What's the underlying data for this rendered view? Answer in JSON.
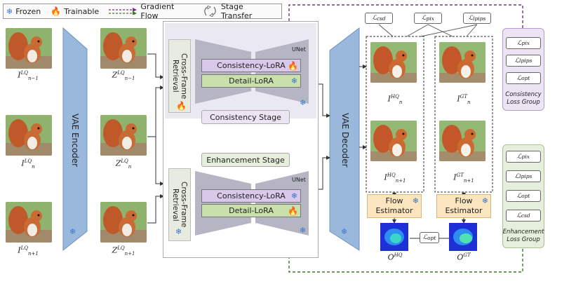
{
  "legend": {
    "frozen": "Frozen",
    "trainable": "Trainable",
    "gradient_flow": "Gradient Flow",
    "stage_transfer": "Stage Transfer"
  },
  "inputs": {
    "lq_prev": {
      "base": "I",
      "sub": "n−1",
      "sup": "LQ"
    },
    "lq_cur": {
      "base": "I",
      "sub": "n",
      "sup": "LQ"
    },
    "lq_next": {
      "base": "I",
      "sub": "n+1",
      "sup": "LQ"
    }
  },
  "latents": {
    "z_prev": {
      "base": "Z",
      "sub": "n−1",
      "sup": "LQ"
    },
    "z_cur": {
      "base": "Z",
      "sub": "n",
      "sup": "LQ"
    },
    "z_next": {
      "base": "Z",
      "sub": "n+1",
      "sup": "LQ"
    }
  },
  "encoder_label": "VAE Encoder",
  "decoder_label": "VAE Decoder",
  "top_panel": {
    "retrieval": "Cross-Frame Retrieval",
    "unet": "UNet",
    "consistency_lora": "Consistency-LoRA",
    "detail_lora": "Detail-LoRA",
    "stage": "Consistency Stage"
  },
  "bottom_panel": {
    "retrieval": "Cross-Frame Retrieval",
    "unet": "UNet",
    "consistency_lora": "Consistency-LoRA",
    "detail_lora": "Detail-LoRA",
    "stage": "Enhancement Stage"
  },
  "outputs": {
    "hq_cur": {
      "base": "I",
      "sub": "n",
      "sup": "HQ"
    },
    "hq_next": {
      "base": "I",
      "sub": "n+1",
      "sup": "HQ"
    },
    "gt_cur": {
      "base": "I",
      "sub": "n",
      "sup": "GT"
    },
    "gt_next": {
      "base": "I",
      "sub": "n+1",
      "sup": "GT"
    }
  },
  "top_losses": [
    "csd",
    "pix",
    "lpips"
  ],
  "flow_estimator": "Flow Estimator",
  "flow_outputs": {
    "hq": {
      "base": "O",
      "sup": "HQ"
    },
    "gt": {
      "base": "O",
      "sup": "GT"
    },
    "loss": "opt"
  },
  "consistency_group": {
    "losses": [
      "pix",
      "lpips",
      "opt"
    ],
    "label_line1": "Consistency",
    "label_line2": "Loss Group"
  },
  "enhancement_group": {
    "losses": [
      "pix",
      "lpips",
      "opt",
      "csd"
    ],
    "label_line1": "Enhancement",
    "label_line2": "Loss Group"
  },
  "colors": {
    "encoder": "#9ab8dc",
    "consistency_lora": "#d9c8ea",
    "detail_lora": "#c9e0ad",
    "gradient_purple": "#7b2d8e",
    "gradient_green": "#3f7a22",
    "consistency_group_bg": "#ece4f3",
    "enhancement_group_bg": "#e6efdc",
    "flow_bg": "#fbe5bf"
  }
}
